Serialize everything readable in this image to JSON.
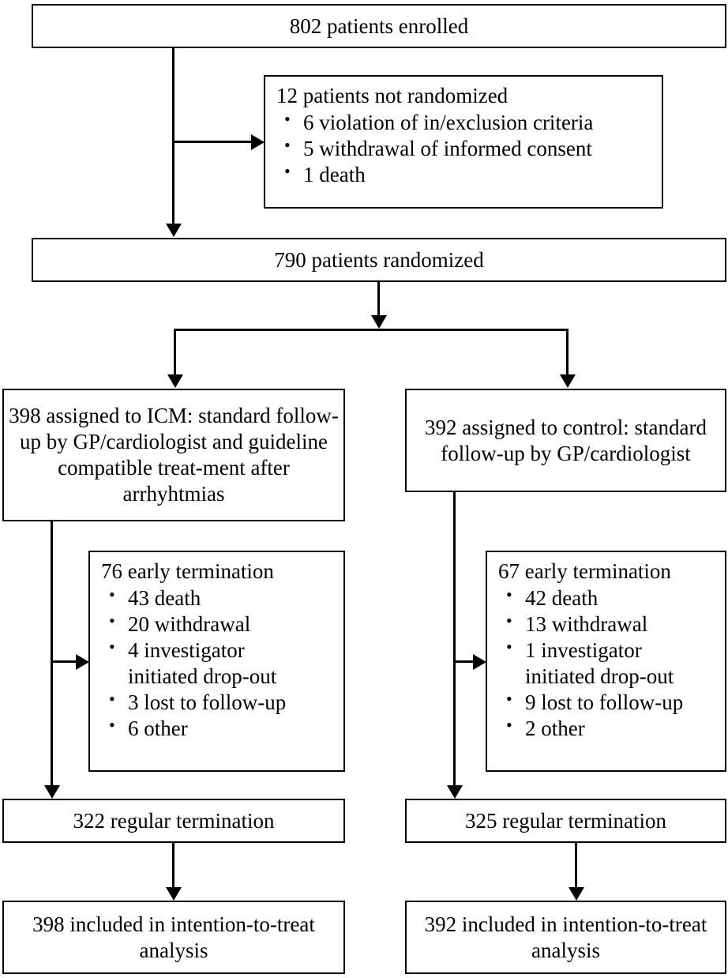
{
  "diagram": {
    "type": "consort-flow-diagram",
    "nodes": {
      "enrolled": {
        "label": "802 patients enrolled"
      },
      "not_randomized": {
        "heading": "12 patients not randomized",
        "items": [
          "6 violation of in/exclusion criteria",
          "5 withdrawal of informed consent",
          "1 death"
        ]
      },
      "randomized": {
        "label": "790 patients randomized"
      },
      "arm_icm": {
        "label": "398 assigned to ICM: standard follow-up by GP/cardiologist and guideline compatible treat-ment after arrhyhtmias"
      },
      "arm_control": {
        "label": "392 assigned to control: standard follow-up by GP/cardiologist"
      },
      "early_term_icm": {
        "heading": "76 early termination",
        "items": [
          "43 death",
          "20 withdrawal",
          "4 investigator\ninitiated drop-out",
          "3 lost to follow-up",
          "6 other"
        ]
      },
      "early_term_control": {
        "heading": "67 early termination",
        "items": [
          "42 death",
          "13 withdrawal",
          "1 investigator\ninitiated drop-out",
          "9 lost to follow-up",
          "2 other"
        ]
      },
      "regular_term_icm": {
        "label": "322 regular termination"
      },
      "regular_term_control": {
        "label": "325 regular termination"
      },
      "analysis_icm": {
        "label": "398 included in intention-to-treat analysis"
      },
      "analysis_control": {
        "label": "392 included in intention-to-treat analysis"
      }
    },
    "colors": {
      "stroke": "#000000",
      "fill": "#ffffff",
      "text": "#000000"
    }
  }
}
